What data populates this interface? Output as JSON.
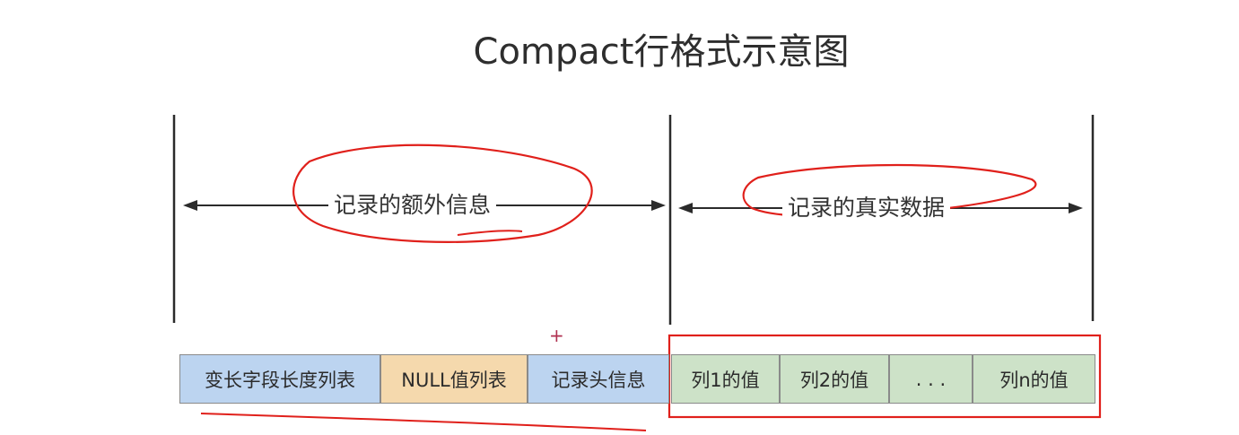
{
  "title": "Compact行格式示意图",
  "regions": {
    "extra_info_label": "记录的额外信息",
    "real_data_label": "记录的真实数据"
  },
  "row": {
    "cells": [
      "变长字段长度列表",
      "NULL值列表",
      "记录头信息",
      "列1的值",
      "列2的值",
      ". . .",
      "列n的值"
    ]
  },
  "colors": {
    "extra_info_fill": "#bcd4f0",
    "null_list_fill": "#f5d9ad",
    "real_data_fill": "#cde2c8",
    "annotation_red": "#e0201b",
    "line_dark": "#2b2b2b"
  },
  "icons": {
    "arrow_head": "arrow-icon",
    "cursor": "crosshair-icon"
  }
}
